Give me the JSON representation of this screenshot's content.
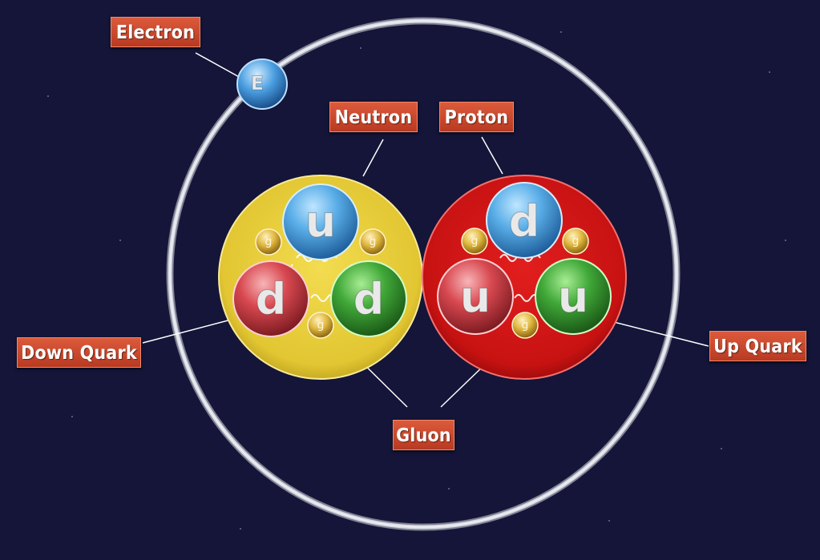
{
  "labels": {
    "electron": "Electron",
    "neutron": "Neutron",
    "proton": "Proton",
    "down_quark": "Down Quark",
    "up_quark": "Up Quark",
    "gluon": "Gluon"
  },
  "electron_symbol": "E",
  "neutron": {
    "quarks": [
      "u",
      "d",
      "d"
    ],
    "gluons": [
      "g",
      "g",
      "g"
    ]
  },
  "proton": {
    "quarks": [
      "d",
      "u",
      "u"
    ],
    "gluons": [
      "g",
      "g",
      "g"
    ]
  },
  "colors": {
    "background": "#141538",
    "neutron": "#e8d040",
    "proton": "#d41818",
    "quark_blue": "#5aaee8",
    "quark_red": "#d84850",
    "quark_green": "#40a838",
    "gluon": "#e0b840",
    "label_bg": "#c94a2e"
  }
}
